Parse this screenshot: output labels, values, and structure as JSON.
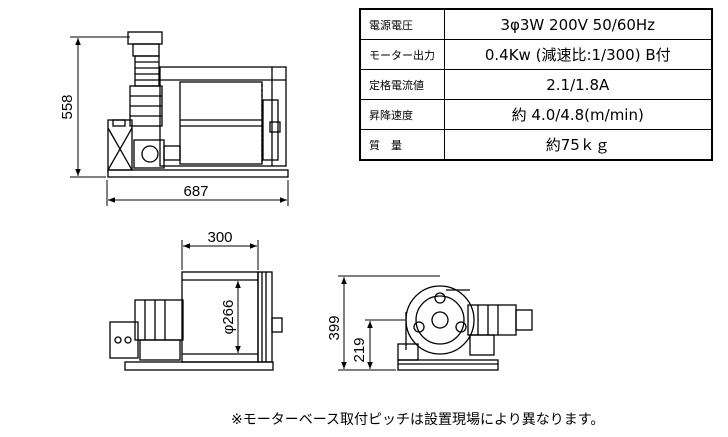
{
  "spec_table": {
    "rows": [
      {
        "label": "電源電圧",
        "value": "3φ3W 200V 50/60Hz"
      },
      {
        "label": "モーター出力",
        "value": "0.4Kw (減速比:1/300) B付"
      },
      {
        "label": "定格電流値",
        "value": "2.1/1.8A"
      },
      {
        "label": "昇降速度",
        "value": "約 4.0/4.8(m/min)"
      },
      {
        "label": "質　量",
        "value": "約75ｋｇ"
      }
    ]
  },
  "dimensions": {
    "height_front": "558",
    "width_front": "687",
    "width_top": "300",
    "drum_diameter": "φ266",
    "height_side": "399",
    "axis_height_side": "219"
  },
  "note": "※モーターベース取付ピッチは設置現場により異なります。"
}
